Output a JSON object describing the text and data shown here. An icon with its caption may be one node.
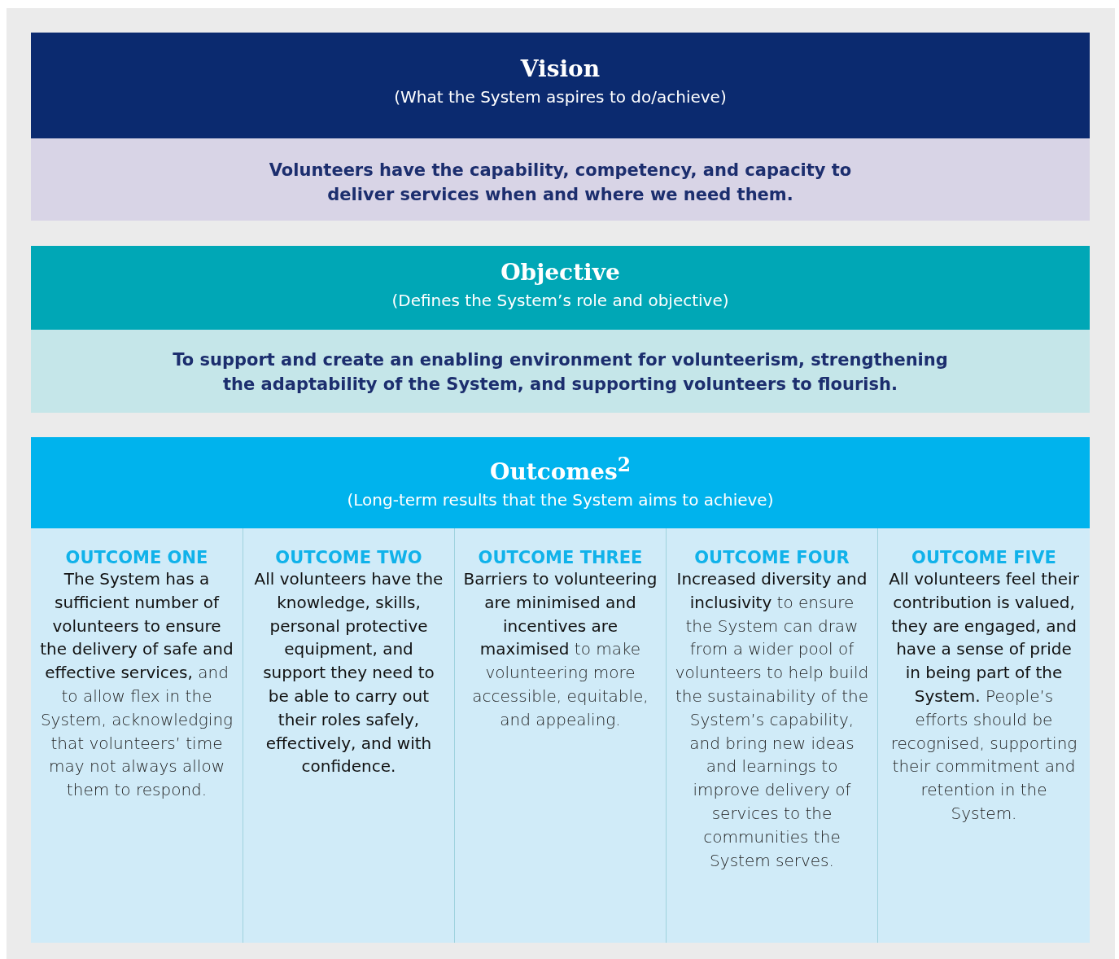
{
  "diagram": {
    "nodes": [
      {
        "text": [
          "Vision",
          "(What the System aspires to do/achieve)"
        ]
      },
      {
        "text": [
          "Volunteers have the capability, competency, and capacity to deliver services when and where we need them."
        ]
      },
      {
        "text": [
          "Objective",
          "(Defines the System’s role and objective)"
        ]
      },
      {
        "text": [
          "To support and create an enabling environment for volunteerism, strengthening the adaptability of the System, and supporting volunteers to flourish."
        ]
      },
      {
        "text": [
          "Outcomes$^{2}$",
          "(Long-term results that the System aims to achieve)"
        ]
      },
      {
        "text": [
          "OUTCOME ONE",
          "**The System has a sufficient number of volunteers to ensure the delivery of safe and effective services,** and to allow flex in the System, acknowledging that volunteers’ time may not always allow them to respond."
        ]
      },
      {
        "text": [
          "OUTCOME TWO",
          "**All volunteers have the knowledge, skills, personal protective equipment, and support they need to be able to carry out their roles safely, effectively, and with confidence.**"
        ]
      },
      {
        "text": [
          "OUTCOME THREE",
          "**Barriers to volunteering are minimised and incentives are maximised** to make volunteering more accessible, equitable, and appealing."
        ]
      },
      {
        "text": [
          "OUTCOME FOUR",
          "**Increased diversity and inclusivity** to ensure the System can draw from a wider pool of volunteers to help build the sustainability of the System’s capability, and bring new ideas and learnings to improve delivery of services to the communities the System serves."
        ]
      },
      {
        "text": [
          "OUTCOME FIVE",
          "**All volunteers feel their contribution is valued, they are engaged, and have a sense of pride in being part of the System.** People’s efforts should be recognised, supporting their commitment and retention in the System."
        ]
      }
    ],
    "edges": []
  }
}
